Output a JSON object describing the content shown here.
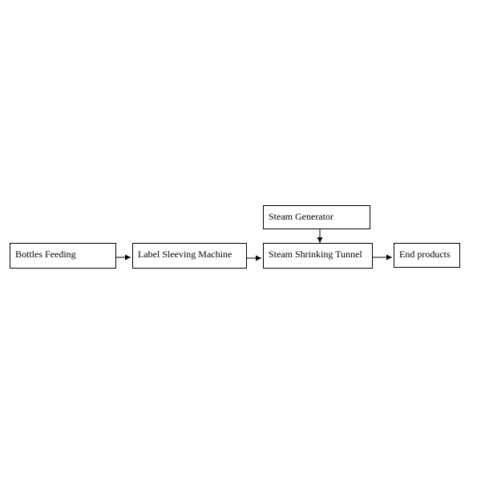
{
  "diagram": {
    "nodes": {
      "bottles_feeding": "Bottles Feeding",
      "label_sleeving_machine": "Label Sleeving Machine",
      "steam_generator": "Steam Generator",
      "steam_shrinking_tunnel": "Steam Shrinking Tunnel",
      "end_products": "End products"
    },
    "edges": [
      {
        "from": "bottles_feeding",
        "to": "label_sleeving_machine"
      },
      {
        "from": "label_sleeving_machine",
        "to": "steam_shrinking_tunnel"
      },
      {
        "from": "steam_generator",
        "to": "steam_shrinking_tunnel"
      },
      {
        "from": "steam_shrinking_tunnel",
        "to": "end_products"
      }
    ],
    "colors": {
      "stroke": "#000000",
      "fill": "#ffffff",
      "text": "#000000"
    }
  }
}
